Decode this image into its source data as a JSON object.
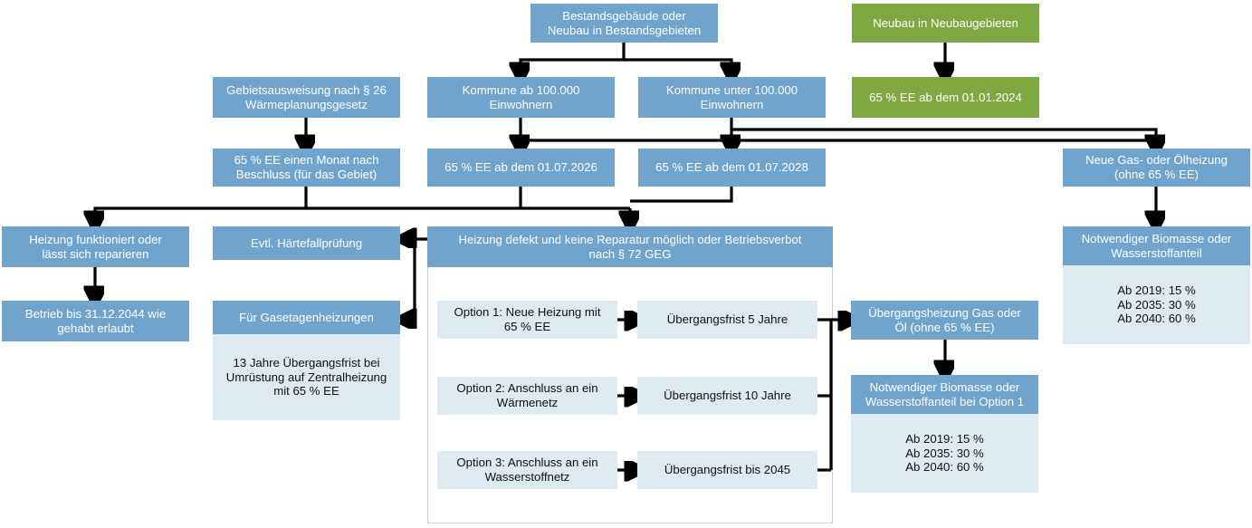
{
  "diagram": {
    "title": "Heizungsgesetz Entscheidungsbaum",
    "colors": {
      "blue": "#71A4CC",
      "green": "#7FA842",
      "light_blue": "#DEE9F0",
      "group_border": "#BBD3E4",
      "arrow": "#000000"
    }
  },
  "nodes": {
    "bestandsgebaeude": "Bestandsgebäude oder\nNeubau in Bestandsgebieten",
    "neubau_neubaugebiete": "Neubau in Neubaugebieten",
    "gebietsausweisung": "Gebietsausweisung nach § 26\nWärmeplanungsgesetz",
    "kommune_ab_100000": "Kommune ab 100.000\nEinwohnern",
    "kommune_unter_100000": "Kommune unter 100.000\nEinwohnern",
    "ee_2024": "65 % EE ab dem 01.01.2024",
    "ee_monat_nach_beschluss": "65 % EE einen Monat nach\nBeschluss (für das Gebiet)",
    "ee_2026": "65 % EE ab dem 01.07.2026",
    "ee_2028": "65 % EE ab dem 01.07.2028",
    "neue_gas_oel": "Neue Gas- oder Ölheizung\n(ohne 65 % EE)",
    "heizung_funktioniert": "Heizung funktioniert oder\nlässt sich reparieren",
    "haertefall": "Evtl. Härtefallprüfung",
    "heizung_defekt": "Heizung defekt und keine Reparatur möglich oder Betriebsverbot\nnach § 72 GEG",
    "betrieb_2044": "Betrieb bis 31.12.2044 wie\ngehabt erlaubt",
    "gasetagen_header": "Für Gasetagenheizungen",
    "gasetagen_body": "13 Jahre Übergangsfrist bei\nUmrüstung auf Zentralheizung\nmit 65 % EE",
    "option1": "Option 1: Neue Heizung mit\n65 % EE",
    "option2": "Option 2: Anschluss an ein\nWärmenetz",
    "option3": "Option 3: Anschluss an ein\nWasserstoffnetz",
    "frist5": "Übergangsfrist 5 Jahre",
    "frist10": "Übergangsfrist 10 Jahre",
    "frist2045": "Übergangsfrist bis 2045",
    "uebergangsheizung": "Übergangsheizung Gas oder\nÖl (ohne 65 % EE)",
    "biomasse_option1_header": "Notwendiger Biomasse oder\nWasserstoffanteil bei Option 1",
    "biomasse_option1_body": "Ab 2019: 15 %\nAb 2035: 30 %\nAb 2040: 60 %",
    "biomasse_header": "Notwendiger Biomasse oder\nWasserstoffanteil",
    "biomasse_body": "Ab 2019: 15 %\nAb 2035: 30 %\nAb 2040: 60 %"
  }
}
